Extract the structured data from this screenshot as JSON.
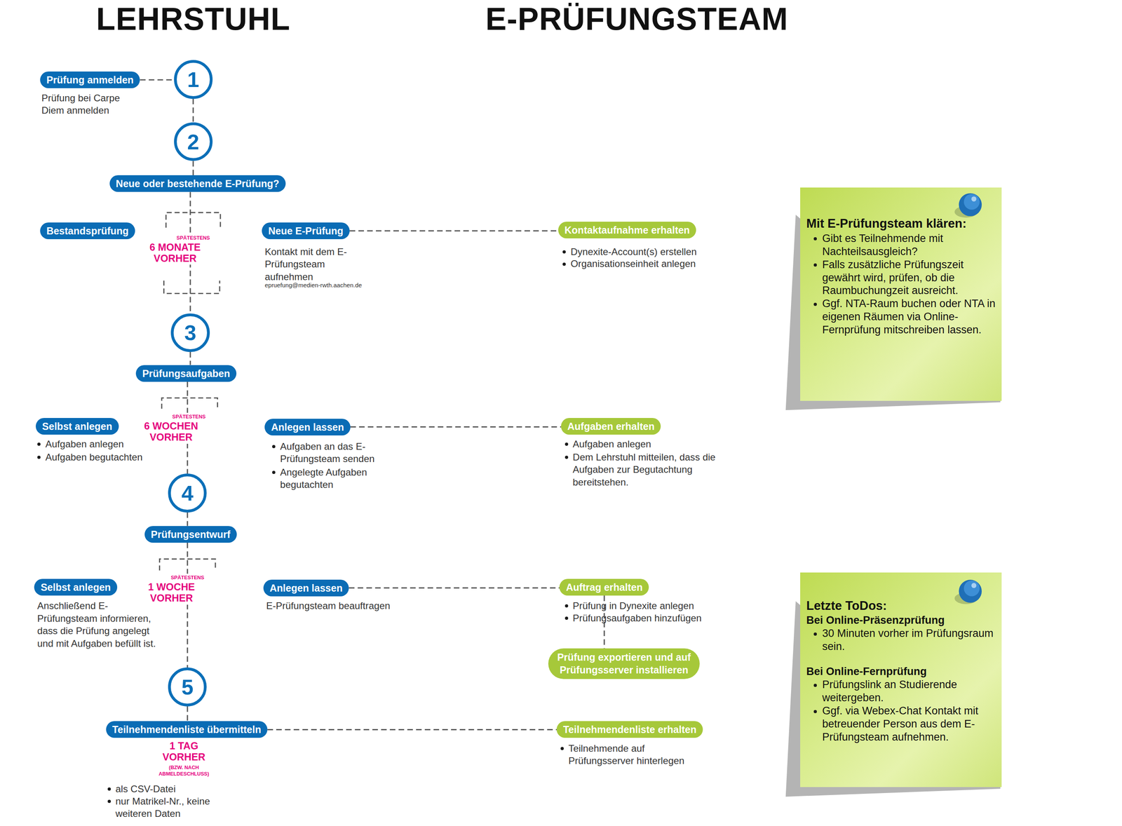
{
  "diagram": {
    "nodes": [
      {
        "text": [
          "1"
        ]
      },
      {
        "text": [
          "Prüfung anmelden"
        ]
      },
      {
        "text": [
          "2"
        ]
      },
      {
        "text": [
          "Neue oder bestehende E-Prüfung?"
        ]
      },
      {
        "text": [
          "Bestandsprüfung"
        ]
      },
      {
        "text": [
          "Neue E-Prüfung"
        ]
      },
      {
        "text": [
          "Kontaktaufnahme erhalten"
        ]
      },
      {
        "text": [
          "Mit E-Prüfungsteam klären:",
          "Gibt es Teilnehmende mit Nachteilsausgleich?",
          "Falls zusätzliche Prüfungszeit gewährt wird, prüfen, ob die Raumbuchungzeit ausreicht.",
          "Ggf. NTA-Raum buchen oder NTA in eigenen Räumen via Online-Fernprüfung mitschreiben lassen."
        ]
      },
      {
        "text": [
          "3"
        ]
      },
      {
        "text": [
          "Prüfungsaufgaben"
        ]
      },
      {
        "text": [
          "Selbst anlegen"
        ]
      },
      {
        "text": [
          "Anlegen lassen"
        ]
      },
      {
        "text": [
          "Aufgaben erhalten"
        ]
      },
      {
        "text": [
          "4"
        ]
      },
      {
        "text": [
          "Prüfungsentwurf"
        ]
      },
      {
        "text": [
          "Selbst anlegen"
        ]
      },
      {
        "text": [
          "Anlegen lassen"
        ]
      },
      {
        "text": [
          "Auftrag erhalten"
        ]
      },
      {
        "text": [
          "Prüfung exportieren und auf Prüfungsserver installieren"
        ]
      },
      {
        "text": [
          "Letzte ToDos:",
          "Bei Online-Präsenzprüfung",
          "30 Minuten vorher im Prüfungsraum sein.",
          "Bei Online-Fernprüfung",
          "Prüfungslink an Studierende weitergeben.",
          "Ggf. via Webex-Chat Kontakt mit betreuender Person aus dem E-Prüfungsteam aufnehmen."
        ]
      },
      {
        "text": [
          "5"
        ]
      },
      {
        "text": [
          "Teilnehmendenliste übermitteln"
        ]
      },
      {
        "text": [
          "Teilnehmendenliste erhalten"
        ]
      }
    ],
    "edges": [
      {
        "from": 1,
        "to": 0,
        "arrow": "none"
      },
      {
        "from": 0,
        "to": 2,
        "arrow": "none"
      },
      {
        "from": 2,
        "to": 3,
        "arrow": "none"
      },
      {
        "from": 3,
        "to": 8,
        "arrow": "none"
      },
      {
        "from": 5,
        "to": 6,
        "arrow": "none"
      },
      {
        "from": 8,
        "to": 9,
        "arrow": "none"
      },
      {
        "from": 9,
        "to": 13,
        "arrow": "none"
      },
      {
        "from": 11,
        "to": 12,
        "arrow": "none"
      },
      {
        "from": 13,
        "to": 14,
        "arrow": "none"
      },
      {
        "from": 14,
        "to": 20,
        "arrow": "none"
      },
      {
        "from": 16,
        "to": 17,
        "arrow": "none"
      },
      {
        "from": 17,
        "to": 18,
        "arrow": "none"
      },
      {
        "from": 20,
        "to": 21,
        "arrow": "none"
      },
      {
        "from": 21,
        "to": 22,
        "arrow": "none"
      }
    ],
    "labels": [
      "LEHRSTUHL",
      "E-PRÜFUNGSTEAM",
      "Prüfung bei Carpe Diem anmelden",
      "SPÄTESTENS",
      "6 MONATE VORHER",
      "Kontakt mit dem E-Prüfungsteam aufnehmen",
      "epruefung@medien-rwth.aachen.de",
      "Dynexite-Account(s) erstellen",
      "Organisationseinheit anlegen",
      "SPÄTESTENS",
      "6 WOCHEN VORHER",
      "Aufgaben anlegen",
      "Aufgaben begutachten",
      "Aufgaben an das E-Prüfungsteam senden",
      "Angelegte Aufgaben begutachten",
      "Aufgaben anlegen",
      "Dem Lehrstuhl mitteilen, dass die Aufgaben zur Begutachtung bereitstehen.",
      "SPÄTESTENS",
      "1 WOCHE VORHER",
      "Anschließend E-Prüfungsteam informieren, dass die Prüfung angelegt und mit Aufgaben befüllt ist.",
      "E-Prüfungsteam beauftragen",
      "Prüfung in Dynexite anlegen",
      "Prüfungsaufgaben hinzufügen",
      "1 TAG VORHER",
      "(BZW. NACH ABMELDESCHLUSS)",
      "als CSV-Datei",
      "nur Matrikel-Nr., keine weiteren Daten",
      "Teilnehmende auf Prüfungsserver hinterlegen"
    ]
  }
}
